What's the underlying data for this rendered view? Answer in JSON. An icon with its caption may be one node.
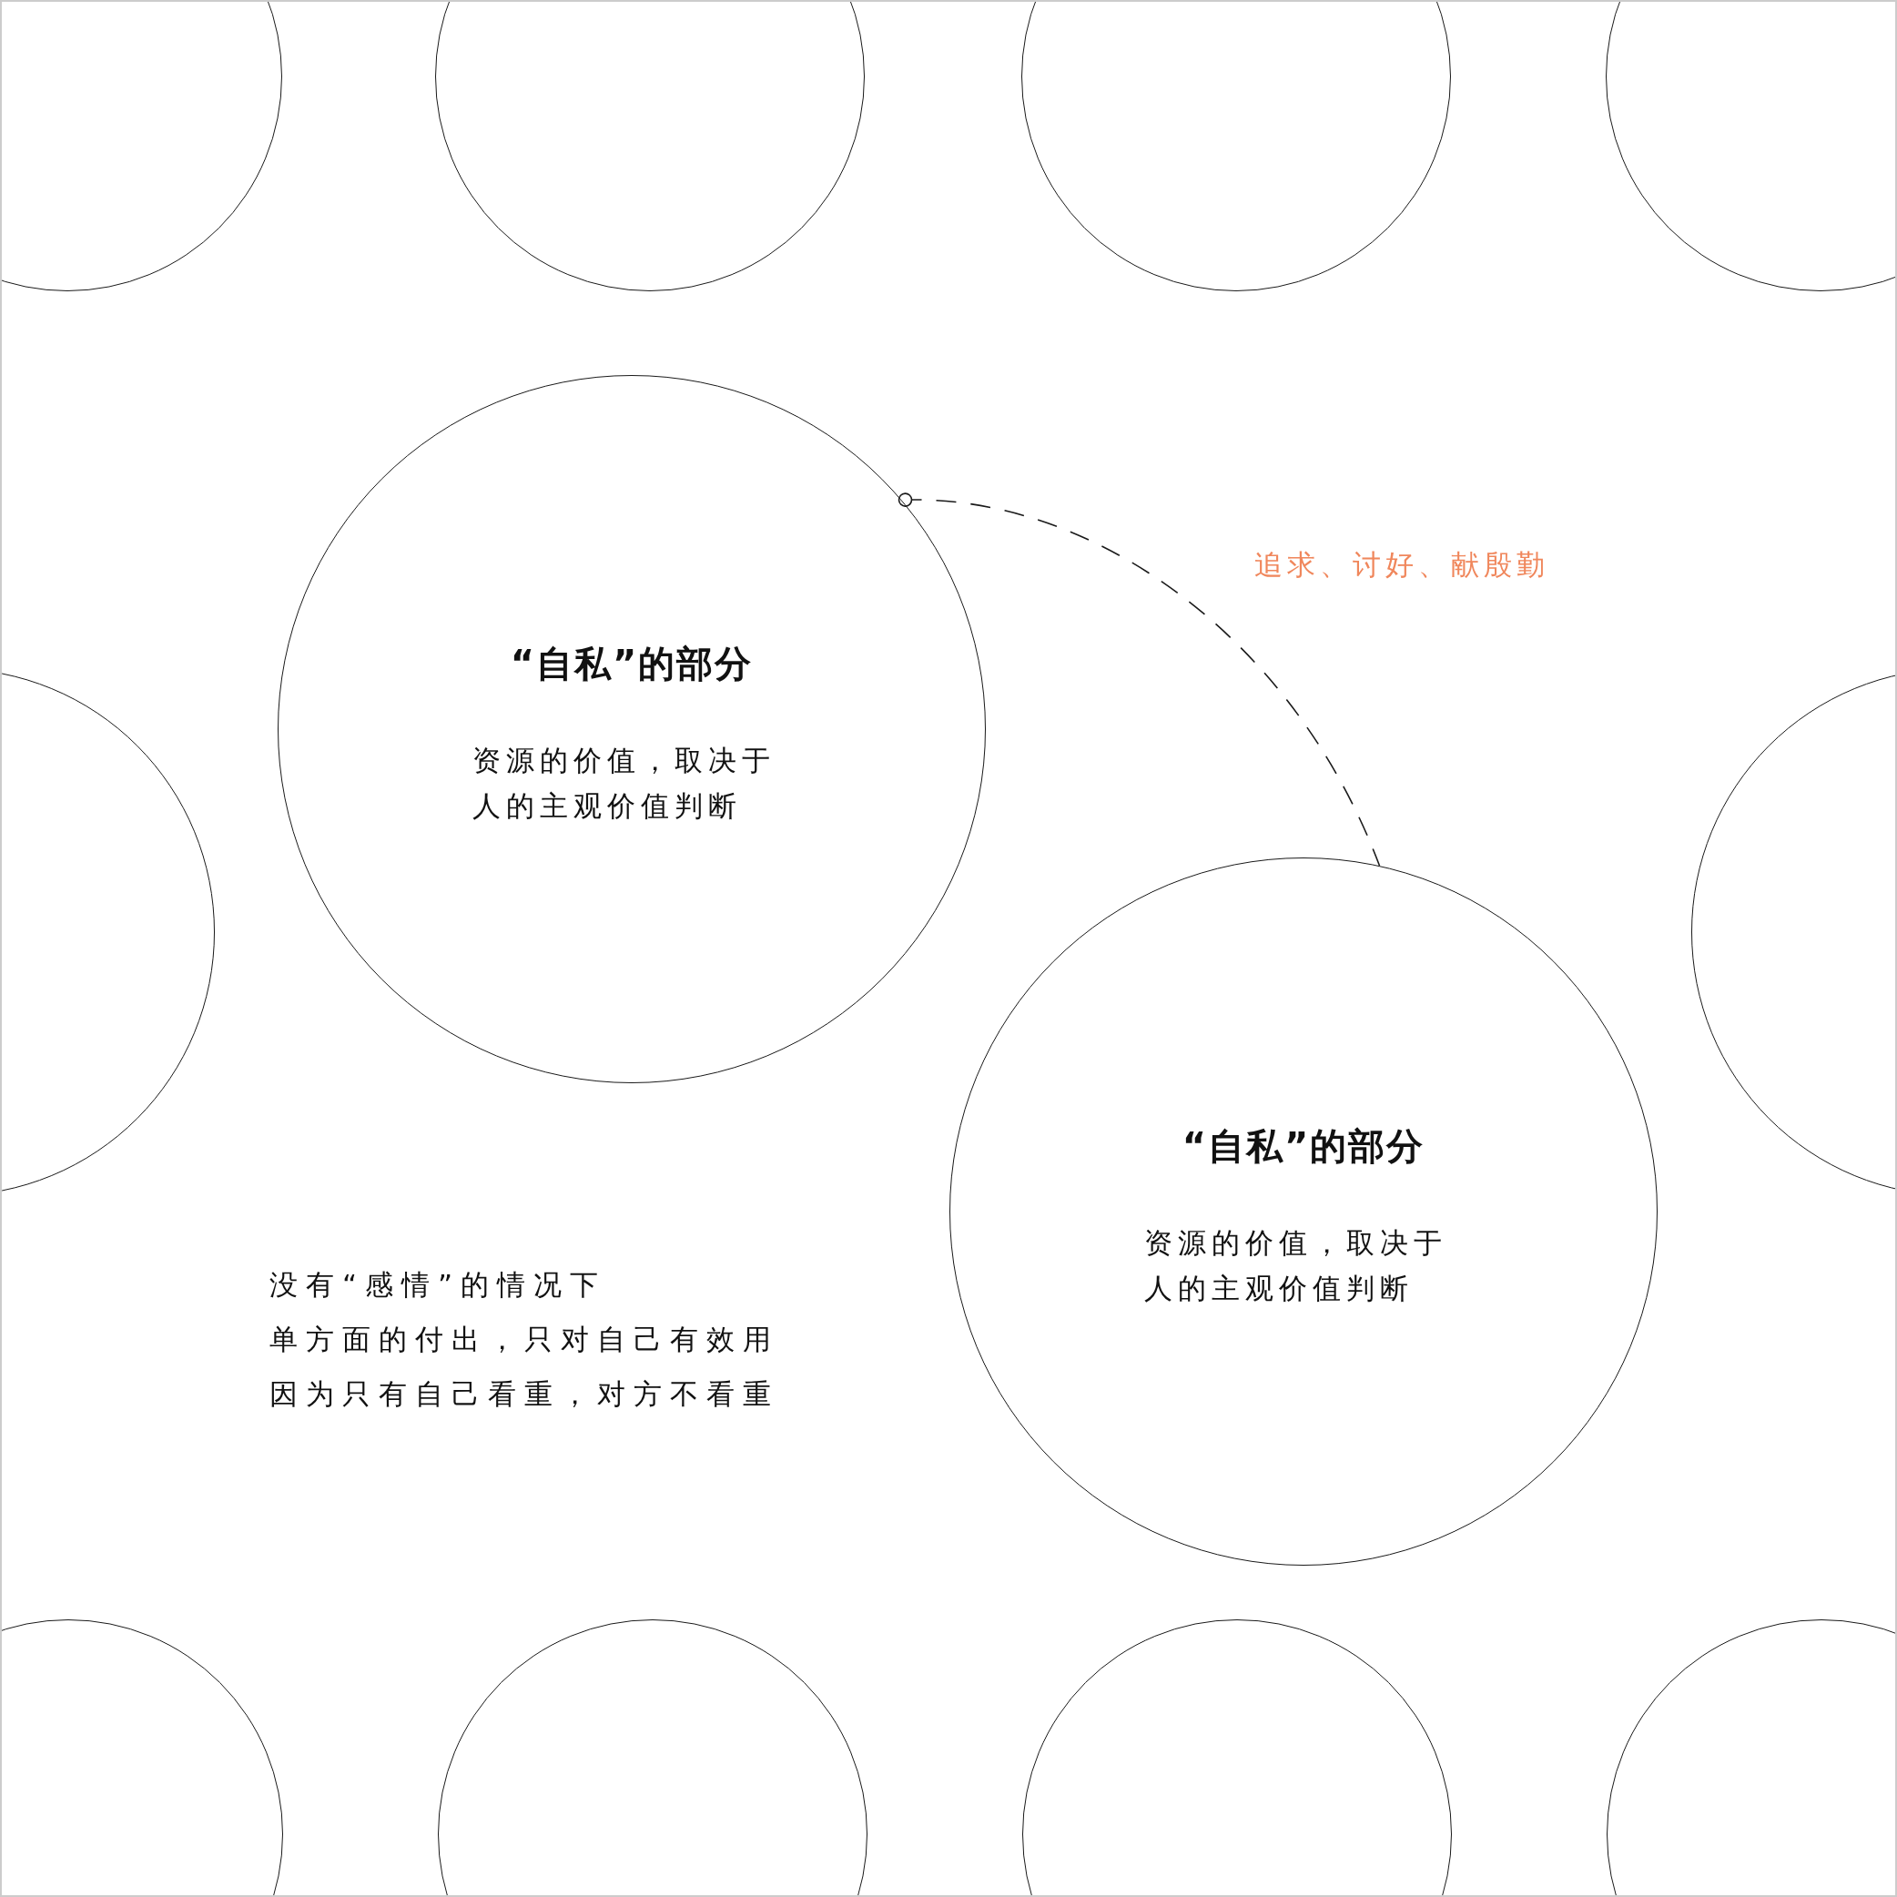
{
  "diagram": {
    "nodes": [
      {
        "text": [],
        "shape": "circle"
      },
      {
        "text": [],
        "shape": "circle"
      },
      {
        "text": [],
        "shape": "circle"
      },
      {
        "text": [],
        "shape": "circle"
      },
      {
        "text": [
          "“自私”的部分",
          "资源的价值，取决于人的主观价值判断"
        ]
      },
      {
        "text": [],
        "shape": "circle"
      },
      {
        "text": [],
        "shape": "circle"
      },
      {
        "text": [
          "“自私”的部分",
          "资源的价值，取决于人的主观价值判断"
        ]
      },
      {
        "text": [],
        "shape": "circle"
      },
      {
        "text": [],
        "shape": "circle"
      },
      {
        "text": [],
        "shape": "circle"
      },
      {
        "text": [],
        "shape": "circle"
      }
    ],
    "edges": [
      {
        "from": 4,
        "to": 7,
        "arrow": "other",
        "style": "dashed",
        "label": "追求、讨好、献殷勤"
      }
    ],
    "labels": [
      "没有“感情”的情况下",
      "单方面的付出，只对自己有效用",
      "因为只有自己看重，对方不看重"
    ]
  }
}
